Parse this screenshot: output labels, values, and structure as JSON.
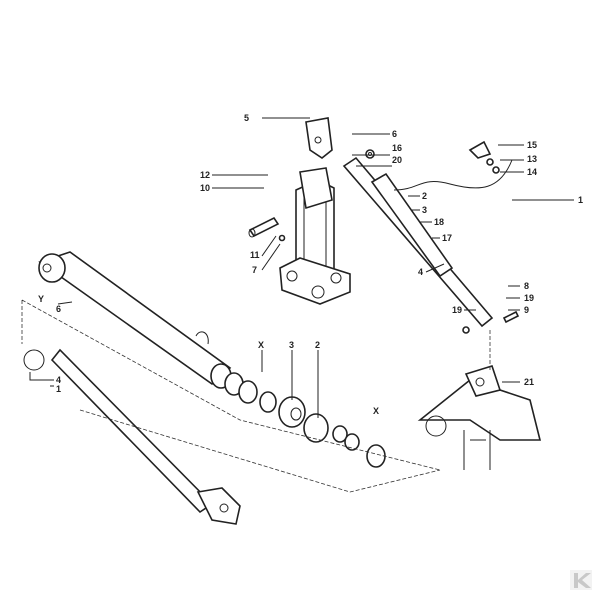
{
  "diagram": {
    "upper_labels": [
      "5",
      "6",
      "15",
      "16",
      "20",
      "13",
      "14",
      "12",
      "10",
      "2",
      "3",
      "18",
      "1",
      "17",
      "11",
      "7",
      "4",
      "8",
      "19",
      "19",
      "9",
      "21"
    ],
    "lower_labels": [
      "Y",
      "6",
      "X",
      "3",
      "2",
      "X",
      "4",
      "1"
    ],
    "logo_text": "K",
    "line_color": "#222222"
  }
}
